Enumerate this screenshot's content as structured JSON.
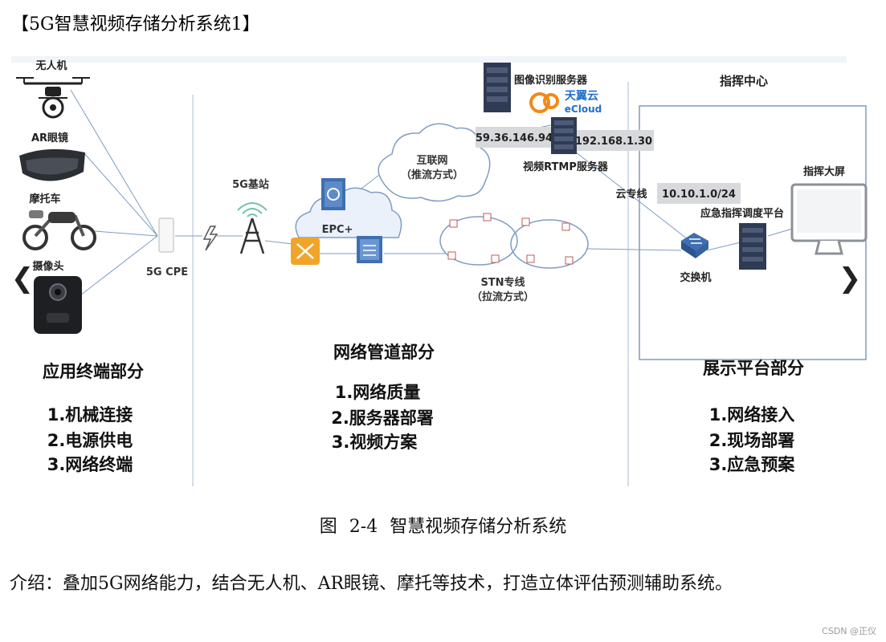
{
  "document": {
    "title": "【5G智慧视频存储分析系统1】",
    "caption_prefix": "图",
    "caption_number": "2-4",
    "caption_text": "智慧视频存储分析系统",
    "intro": "介绍：叠加5G网络能力，结合无人机、AR眼镜、摩托等技术，打造立体评估预测辅助系统。",
    "watermark": "CSDN @正仪"
  },
  "diagram": {
    "devices": {
      "drone": "无人机",
      "ar_glasses": "AR眼镜",
      "motorcycle": "摩托车",
      "camera": "摄像头"
    },
    "cpe": "5G CPE",
    "base_station": "5G基站",
    "epc": "EPC+",
    "internet_line1": "互联网",
    "internet_line2": "（推流方式）",
    "image_server": "图像识别服务器",
    "ecloud_cn": "天翼云",
    "ecloud_en": "eCloud",
    "ip_public": "59.36.146.94",
    "ip_private": "192.168.1.30",
    "rtmp_server": "视频RTMP服务器",
    "cloud_line": "云专线",
    "stn_line1": "STN专线",
    "stn_line2": "（拉流方式）",
    "subnet": "10.10.1.0/24",
    "command_center": "指挥中心",
    "big_screen": "指挥大屏",
    "dispatch_platform": "应急指挥调度平台",
    "switch": "交换机",
    "sections": [
      {
        "title": "应用终端部分",
        "items": [
          "1.机械连接",
          "2.电源供电",
          "3.网络终端"
        ]
      },
      {
        "title": "网络管道部分",
        "items": [
          "1.网络质量",
          "2.服务器部署",
          "3.视频方案"
        ]
      },
      {
        "title": "展示平台部分",
        "items": [
          "1.网络接入",
          "2.现场部署",
          "3.应急预案"
        ]
      }
    ],
    "nav": {
      "prev": "❮",
      "next": "❯"
    },
    "colors": {
      "line": "#7f9cc2",
      "server": "#2f3b52",
      "epc": "#3f6fb0",
      "router": "#f0a52a",
      "cloud": "#eaf1fb"
    }
  }
}
